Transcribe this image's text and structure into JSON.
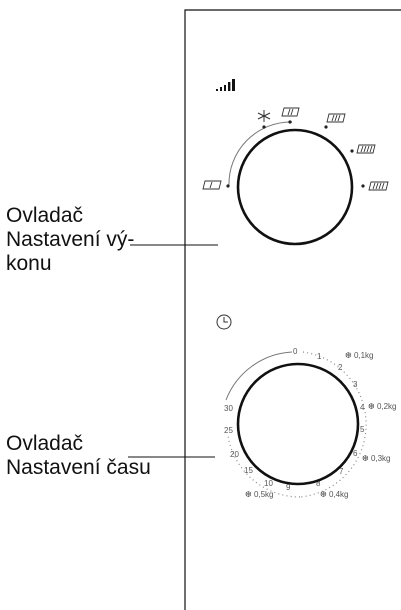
{
  "callouts": {
    "power": {
      "lines": [
        "Ovladač",
        "Nastavení vý-",
        "konu"
      ]
    },
    "time": {
      "lines": [
        "Ovladač",
        "Nastavení času"
      ]
    }
  },
  "icons": [
    "signal-strength-icon",
    "snowflake-icon",
    "clock-icon"
  ],
  "power_knob": {
    "levels": [
      "level-1-icon",
      "defrost",
      "level-2-icon",
      "level-3-icon",
      "level-4-icon",
      "level-5-icon"
    ]
  },
  "time_knob": {
    "scale": [
      "0",
      "1",
      "2",
      "3",
      "4",
      "5",
      "6",
      "7",
      "8",
      "9",
      "10",
      "15",
      "20",
      "25",
      "30"
    ],
    "defrost_weights": [
      "0,1kg",
      "0,2kg",
      "0,3kg",
      "0,4kg",
      "0,5kg"
    ]
  },
  "colors": {
    "line": "#111111",
    "label": "#555555",
    "background": "#ffffff"
  }
}
